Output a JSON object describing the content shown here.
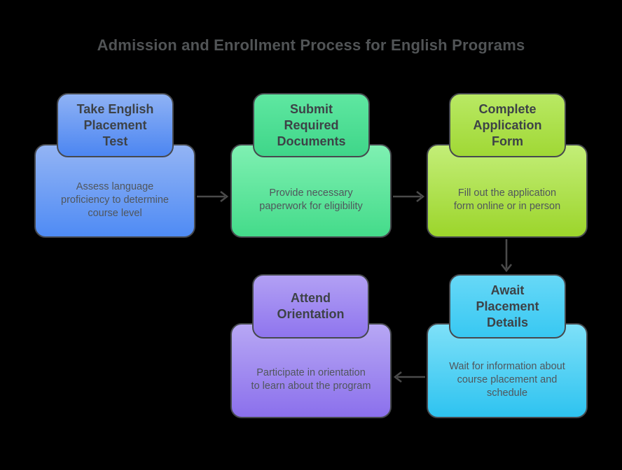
{
  "title": "Admission and Enrollment Process for English Programs",
  "colors": {
    "background": "#000000",
    "title_text": "#515456",
    "header_text": "#3d4247",
    "body_text": "#50565c",
    "box_border": "#46494e",
    "arrow": "#4a4a4a"
  },
  "steps": [
    {
      "id": "take-english-placement-test",
      "title": "Take English\nPlacement\nTest",
      "description": "Assess language\nproficiency to determine\ncourse level",
      "colors": {
        "header_top": "#8fb2f4",
        "header_bottom": "#4c86f2",
        "body_top": "#93b4f4",
        "body_bottom": "#4f8bf4"
      }
    },
    {
      "id": "submit-required-documents",
      "title": "Submit\nRequired\nDocuments",
      "description": "Provide necessary\npaperwork for eligibility",
      "colors": {
        "header_top": "#5fe7a1",
        "header_bottom": "#3fd689",
        "body_top": "#7ff0b2",
        "body_bottom": "#44db8a"
      }
    },
    {
      "id": "complete-application-form",
      "title": "Complete\nApplication\nForm",
      "description": "Fill out the application\nform online or in person",
      "colors": {
        "header_top": "#b9e964",
        "header_bottom": "#a0d835",
        "body_top": "#c3ee78",
        "body_bottom": "#9cd52b"
      }
    },
    {
      "id": "await-placement-details",
      "title": "Await\nPlacement\nDetails",
      "description": "Wait for information about\ncourse placement and\nschedule",
      "colors": {
        "header_top": "#67d8f7",
        "header_bottom": "#38c8f2",
        "body_top": "#7ee0f8",
        "body_bottom": "#2ec3f0"
      }
    },
    {
      "id": "attend-orientation",
      "title": "Attend\nOrientation",
      "description": "Participate in orientation\nto learn about the program",
      "colors": {
        "header_top": "#b2a0f4",
        "header_bottom": "#8f75ee",
        "body_top": "#b7a7f4",
        "body_bottom": "#8b70ec"
      }
    }
  ],
  "connections": [
    {
      "from": "take-english-placement-test",
      "to": "submit-required-documents",
      "direction": "right"
    },
    {
      "from": "submit-required-documents",
      "to": "complete-application-form",
      "direction": "right"
    },
    {
      "from": "complete-application-form",
      "to": "await-placement-details",
      "direction": "down"
    },
    {
      "from": "await-placement-details",
      "to": "attend-orientation",
      "direction": "left"
    }
  ]
}
